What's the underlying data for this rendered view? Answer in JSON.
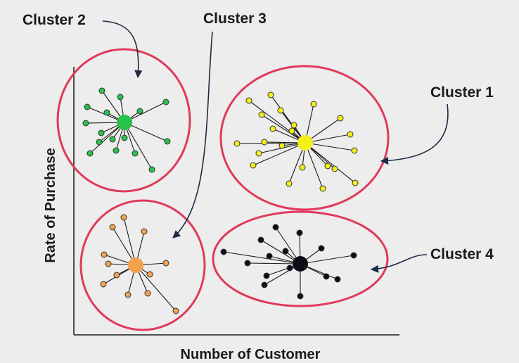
{
  "axes": {
    "x_label": "Number of Customer",
    "y_label": "Rate of Purchase"
  },
  "colors": {
    "ellipse": "#e03a5a",
    "axis": "#1a1a1a",
    "arrow": "#1f2a44",
    "background": "#ededed"
  },
  "clusters": [
    {
      "name": "Cluster 1",
      "color": "#f3f01a",
      "point_count": 22
    },
    {
      "name": "Cluster 2",
      "color": "#27c24c",
      "point_count": 16
    },
    {
      "name": "Cluster 3",
      "color": "#f2a24d",
      "point_count": 12
    },
    {
      "name": "Cluster 4",
      "color": "#0c0c18",
      "point_count": 15
    }
  ]
}
